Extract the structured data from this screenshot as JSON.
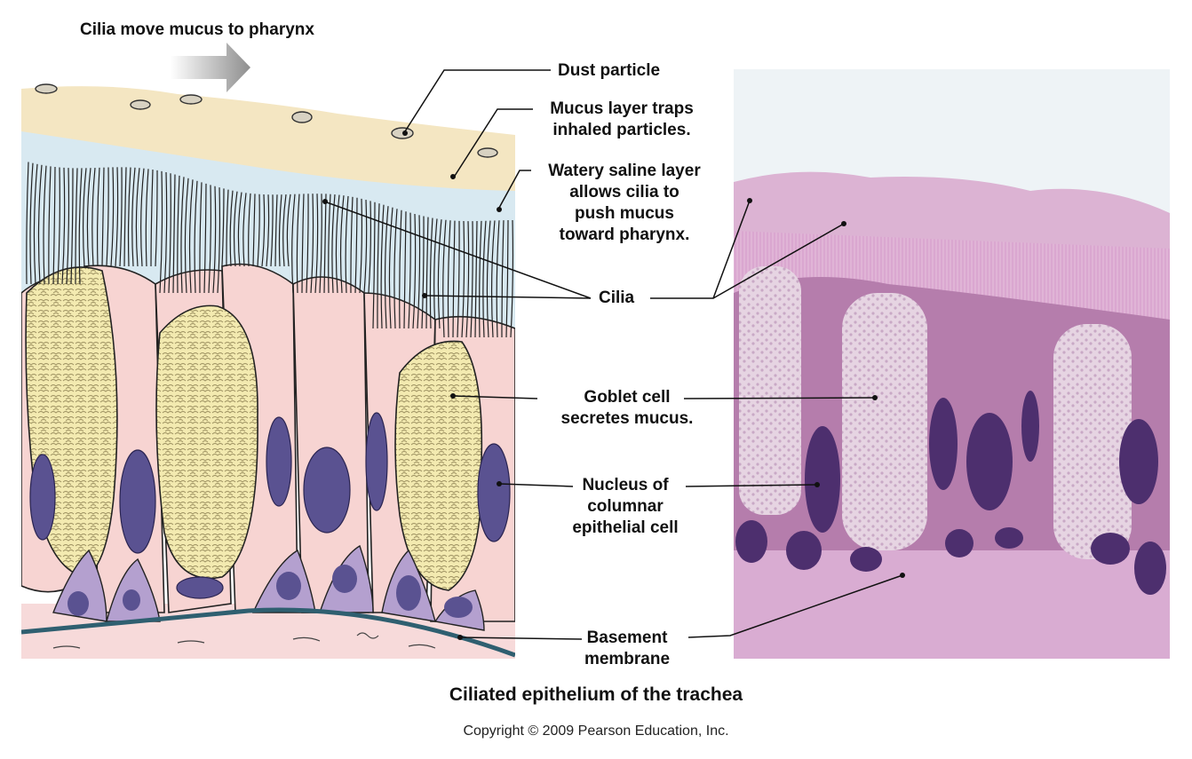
{
  "labels": {
    "arrow": "Cilia move mucus to pharynx",
    "dust": "Dust particle",
    "mucus": [
      "Mucus layer traps",
      "inhaled particles."
    ],
    "watery": [
      "Watery saline layer",
      "allows cilia to",
      "push mucus",
      "toward pharynx."
    ],
    "cilia": "Cilia",
    "goblet": [
      "Goblet cell",
      "secretes mucus."
    ],
    "nucleus": [
      "Nucleus of",
      "columnar",
      "epithelial cell"
    ],
    "basement": [
      "Basement",
      "membrane"
    ]
  },
  "caption": "Ciliated epithelium of the trachea",
  "copyright": "Copyright © 2009 Pearson Education, Inc.",
  "colors": {
    "mucus": "#f4e6c2",
    "saline": "#d8e9f1",
    "cell_body": "#f7d4d2",
    "goblet": "#f3eab0",
    "nucleus": "#5a5291",
    "basal_cell": "#b4a0cf",
    "basement_membrane": "#2f5f70",
    "connective": "#f7dada",
    "micrograph_bg": "#c58fbd",
    "arrow": "#8e8e8e"
  }
}
